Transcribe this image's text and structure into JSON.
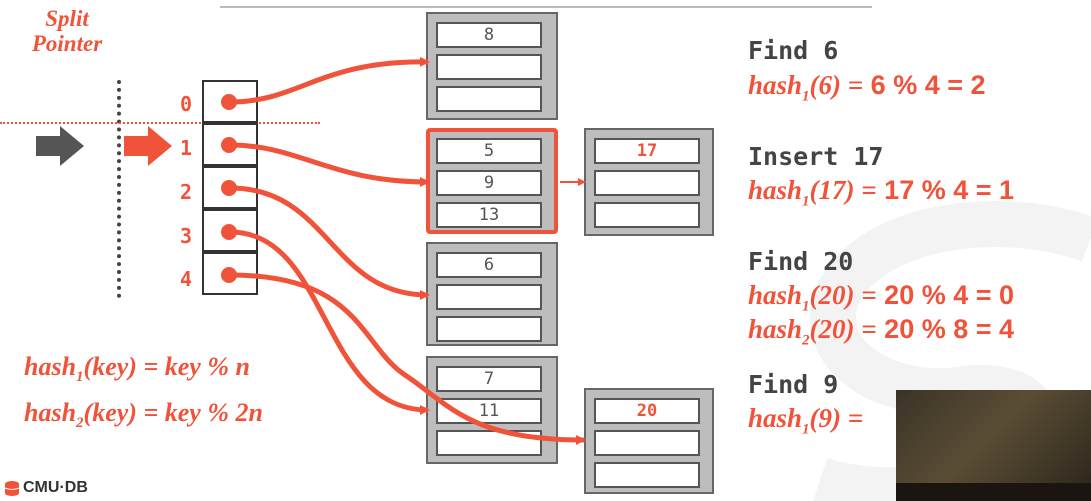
{
  "split_pointer": {
    "line1": "Split",
    "line2": "Pointer"
  },
  "directory": {
    "labels": [
      "0",
      "1",
      "2",
      "3",
      "4"
    ]
  },
  "buckets": [
    {
      "slots": [
        "8",
        "",
        ""
      ]
    },
    {
      "slots": [
        "5",
        "9",
        "13"
      ]
    },
    {
      "slots": [
        "6",
        "",
        ""
      ]
    },
    {
      "slots": [
        "7",
        "11",
        ""
      ]
    }
  ],
  "overflow": [
    {
      "slots": [
        "17",
        "",
        ""
      ]
    },
    {
      "slots": [
        "20",
        "",
        ""
      ]
    }
  ],
  "hash_functions": {
    "h1": {
      "name": "hash",
      "sub": "1",
      "rest": "(key) = key % n"
    },
    "h2": {
      "name": "hash",
      "sub": "2",
      "rest": "(key) = key % 2n"
    }
  },
  "operations": [
    {
      "title": "Find 6",
      "lines": [
        {
          "name": "hash",
          "sub": "1",
          "arg": "(6) =",
          "calc": " 6 % 4 = 2"
        }
      ]
    },
    {
      "title": "Insert 17",
      "lines": [
        {
          "name": "hash",
          "sub": "1",
          "arg": "(17) =",
          "calc": " 17 % 4 = 1"
        }
      ]
    },
    {
      "title": "Find 20",
      "lines": [
        {
          "name": "hash",
          "sub": "1",
          "arg": "(20) =",
          "calc": " 20 % 4 = 0"
        },
        {
          "name": "hash",
          "sub": "2",
          "arg": "(20) =",
          "calc": " 20 % 8 = 4"
        }
      ]
    },
    {
      "title": "Find 9",
      "lines": [
        {
          "name": "hash",
          "sub": "1",
          "arg": "(9) =",
          "calc": ""
        }
      ]
    }
  ],
  "footer": {
    "logo_text": "CMU·DB"
  },
  "colors": {
    "accent": "#f0533a",
    "bucket_fill": "#bdbdbd",
    "arrow_gray": "#555555"
  }
}
